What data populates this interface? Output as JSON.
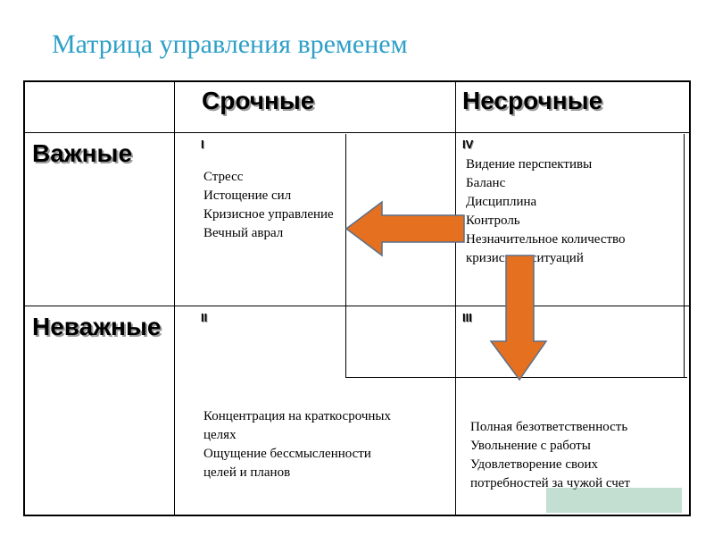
{
  "title": "Матрица управления временем",
  "columns": {
    "urgent": "Срочные",
    "not_urgent": "Несрочные"
  },
  "rows": {
    "important": "Важные",
    "not_important": "Неважные"
  },
  "quadrants": {
    "q1": {
      "numeral": "I",
      "items": [
        "Стресс",
        "Истощение сил",
        "Кризисное управление",
        "Вечный аврал"
      ]
    },
    "q4": {
      "numeral": "IV",
      "items": [
        "Видение перспективы",
        "Баланс",
        "Дисциплина",
        "Контроль",
        "Незначительное количество",
        "кризисных ситуаций"
      ]
    },
    "q2": {
      "numeral": "II",
      "items": [
        "Концентрация на краткосрочных",
        "целях",
        "Ощущение бессмысленности",
        "целей и планов"
      ]
    },
    "q3": {
      "numeral": "III",
      "items": [
        "Полная безответственность",
        "Увольнение с работы",
        "Удовлетворение своих",
        "потребностей за чужой счет"
      ]
    }
  },
  "colors": {
    "title": "#2e9fc7",
    "arrow_fill": "#e5701f",
    "arrow_stroke": "#5a6f8a"
  }
}
